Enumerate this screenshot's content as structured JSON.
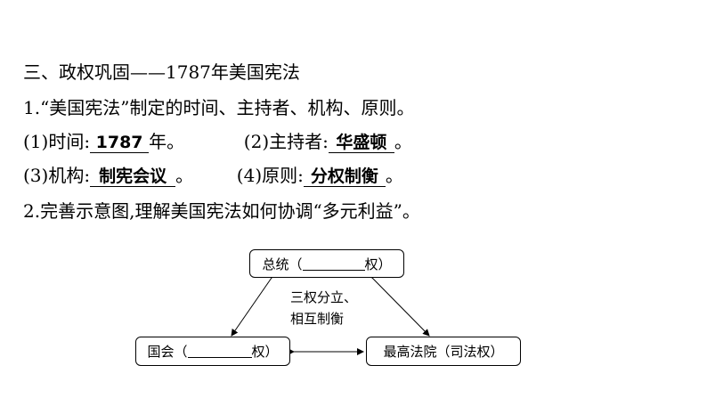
{
  "section_title": "三、政权巩固——1787年美国宪法",
  "q1": {
    "prompt": "1.“美国宪法”制定的时间、主持者、机构、原则。",
    "time_label": "(1)时间:",
    "time_answer": "1787",
    "time_suffix": "年。",
    "host_label": "(2)主持者:",
    "host_answer": "华盛顿",
    "host_suffix": "。",
    "org_label": "(3)机构:",
    "org_answer": "制宪会议",
    "org_suffix": "。",
    "principle_label": "(4)原则:",
    "principle_answer": "分权制衡",
    "principle_suffix": "。"
  },
  "q2": {
    "prompt": "2.完善示意图,理解美国宪法如何协调“多元利益”。"
  },
  "diagram": {
    "president_prefix": "总统（",
    "president_suffix": "权）",
    "congress_prefix": "国会（",
    "congress_suffix": "权）",
    "court": "最高法院（司法权）",
    "center_line1": "三权分立、",
    "center_line2": "相互制衡"
  }
}
